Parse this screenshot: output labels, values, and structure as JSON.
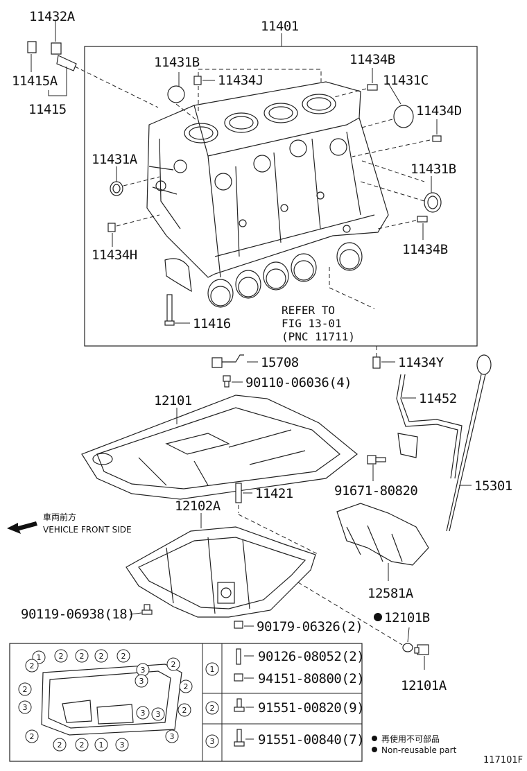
{
  "diagram": {
    "page_code": "117101F",
    "front_note": {
      "jp": "車両前方",
      "en": "VEHICLE FRONT SIDE"
    },
    "labels": {
      "p11432A": "11432A",
      "p11401": "11401",
      "p11415A": "11415A",
      "p11415": "11415",
      "p11431B_top": "11431B",
      "p11434J": "11434J",
      "p11434B_top": "11434B",
      "p11431C": "11431C",
      "p11434D": "11434D",
      "p11431A": "11431A",
      "p11431B_right": "11431B",
      "p11434H": "11434H",
      "p11434B_right": "11434B",
      "p11416": "11416",
      "refer": [
        "REFER TO",
        "FIG 13-01",
        "(PNC 11711)"
      ],
      "p15708": "15708",
      "p90110": "90110-06036(4)",
      "p11434Y": "11434Y",
      "p12101": "12101",
      "p11452": "11452",
      "p91671": "91671-80820",
      "p15301": "15301",
      "p11421": "11421",
      "p12102A": "12102A",
      "p12581A": "12581A",
      "p90119": "90119-06938(18)",
      "p90179": "90179-06326(2)",
      "p12101B": "12101B",
      "p12101A": "12101A"
    },
    "legend_table": {
      "rows": [
        {
          "key": "1",
          "items": [
            "90126-08052(2)",
            "94151-80800(2)"
          ]
        },
        {
          "key": "2",
          "items": [
            "91551-00820(9)"
          ]
        },
        {
          "key": "3",
          "items": [
            "91551-00840(7)"
          ]
        }
      ],
      "bolt_markers": [
        "1",
        "2",
        "2",
        "2",
        "2",
        "2",
        "3",
        "2",
        "3",
        "2",
        "3",
        "2",
        "2",
        "3",
        "3",
        "2",
        "3",
        "2",
        "2",
        "1",
        "3"
      ]
    },
    "non_reusable_note": {
      "jp": "再使用不可部品",
      "en": "Non-reusable part"
    }
  }
}
